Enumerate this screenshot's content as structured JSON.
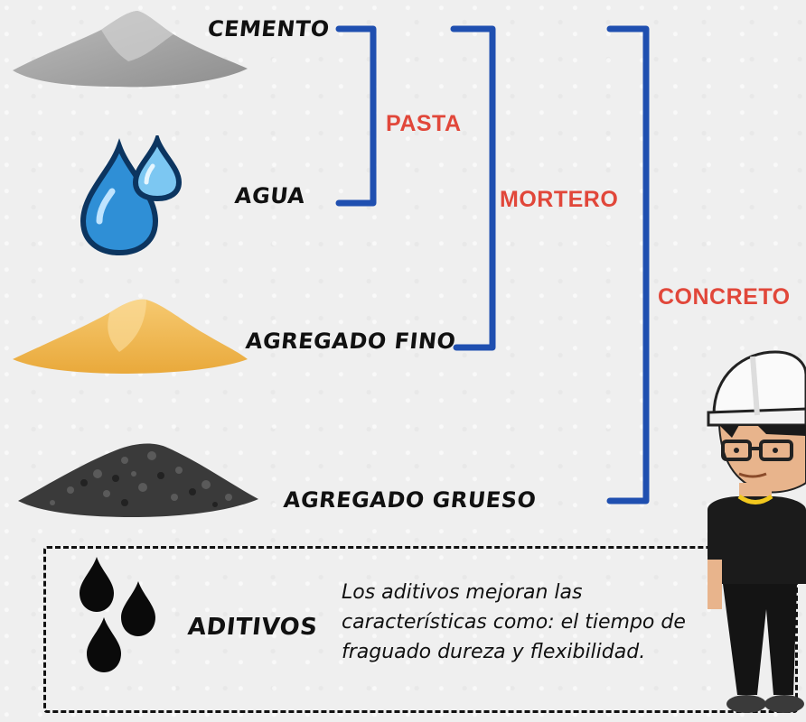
{
  "ingredients": {
    "cemento": "CEMENTO",
    "agua": "AGUA",
    "agregado_fino": "AGREGADO FINO",
    "agregado_grueso": "AGREGADO GRUESO"
  },
  "groups": {
    "pasta": "PASTA",
    "mortero": "MORTERO",
    "concreto": "CONCRETO"
  },
  "aditivos": {
    "label": "ADITIVOS",
    "description": "Los aditivos mejoran las características como: el tiempo de fraguado dureza y flexibilidad."
  },
  "colors": {
    "bracket": "#1f4fb0",
    "group_label": "#e1473a"
  },
  "icons": [
    "cement-pile-icon",
    "water-drops-icon",
    "sand-pile-icon",
    "gravel-pile-icon",
    "black-drops-icon",
    "engineer-avatar"
  ]
}
